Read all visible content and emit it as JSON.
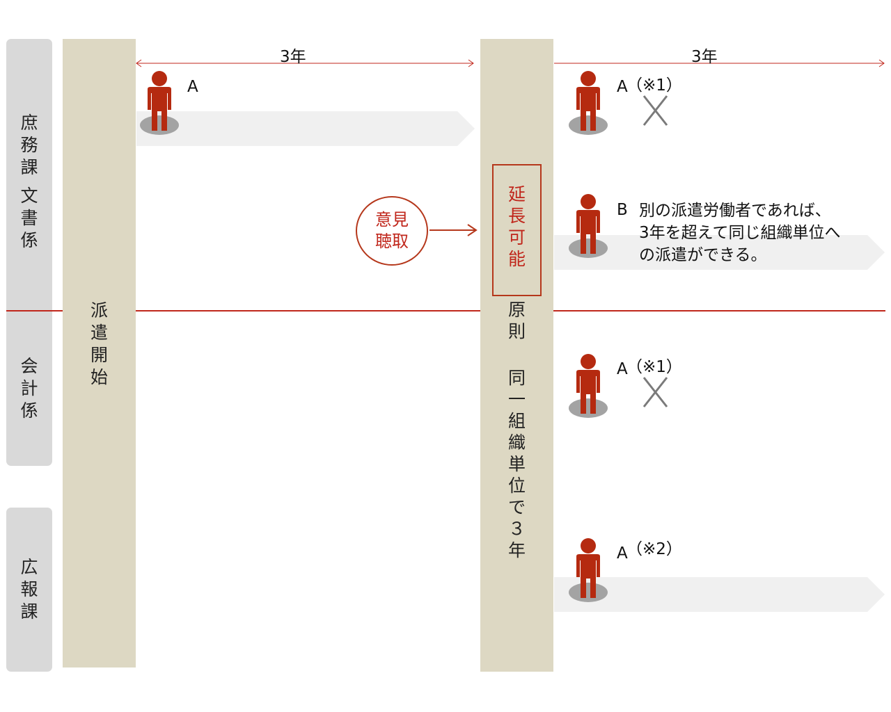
{
  "side_labels": {
    "shomu": "庶\n務\n課",
    "bunsho": "文\n書\n係",
    "kaikei": "会\n計\n係",
    "koho": "広\n報\n課"
  },
  "columns": {
    "start": "派\n遣\n開\n始",
    "rule_a": "原\n則",
    "rule_b": "同\n一\n組\n織\n単\n位\nで\n３\n年"
  },
  "durations": {
    "first": "3年",
    "second": "3年"
  },
  "extension": "延\n長\n可\n能",
  "opinion": "意見\n聴取",
  "workers": {
    "a_start": "A",
    "a_after_top": "A",
    "a_after_top_note": "（※1）",
    "b_label": "B",
    "b_text_line1": "別の派遣労働者であれば、",
    "b_text_line2": "3年を超えて同じ組織単位へ",
    "b_text_line3": "の派遣ができる。",
    "a_kaikei": "A",
    "a_kaikei_note": "（※1）",
    "a_koho": "A",
    "a_koho_note": "（※2）"
  },
  "colors": {
    "person": "#b52a10",
    "accent_red": "#c0261b",
    "column": "#ddd8c3",
    "side_label": "#d9d9d9",
    "arrow_band": "#f0f0f0",
    "cross": "#7a7a7a"
  }
}
